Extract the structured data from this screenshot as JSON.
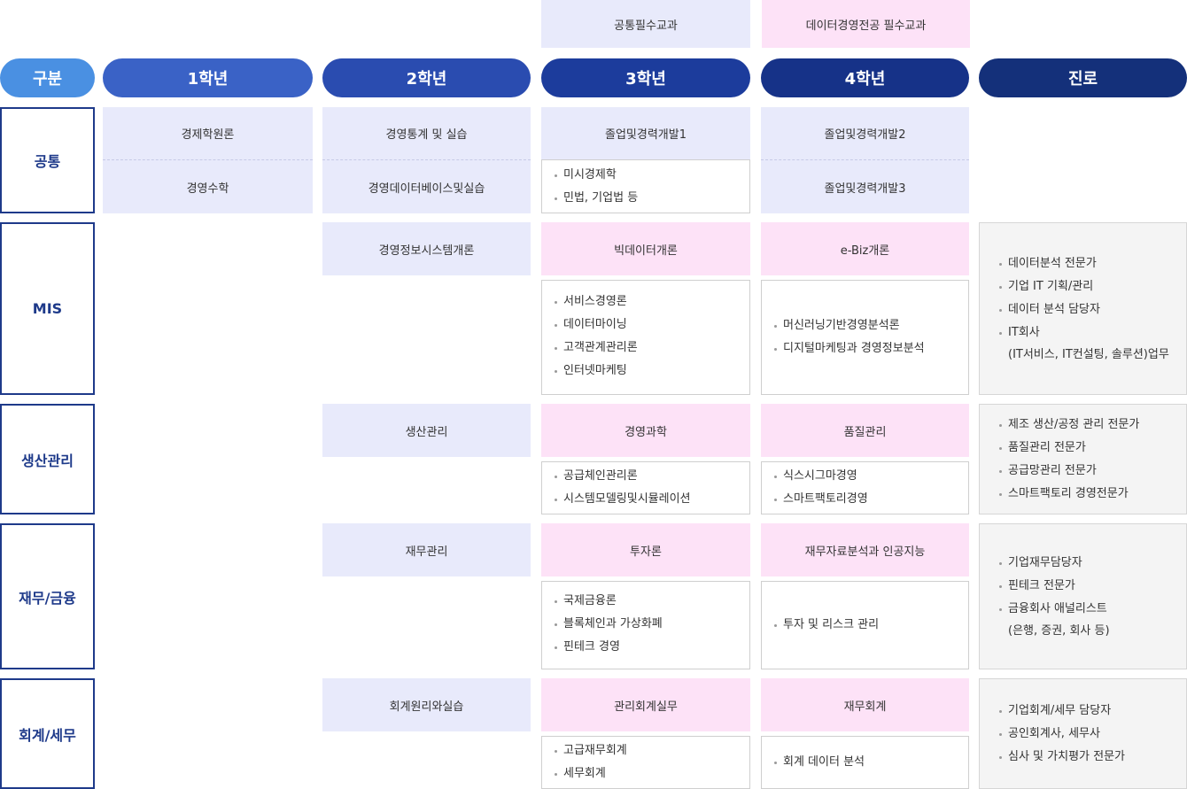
{
  "legend": {
    "common": "공통필수교과",
    "major": "데이터경영전공 필수교과"
  },
  "headers": [
    "구분",
    "1학년",
    "2학년",
    "3학년",
    "4학년",
    "진로"
  ],
  "header_colors": [
    "#4a90e2",
    "#3a62c6",
    "#2a4cb0",
    "#1c3c9c",
    "#163288",
    "#14307a"
  ],
  "rows": {
    "common": {
      "label": "공통",
      "y1": [
        "경제학원론",
        "경영수학"
      ],
      "y2": [
        "경영통계 및 실습",
        "경영데이터베이스및실습"
      ],
      "y3_main": "졸업및경력개발1",
      "y3_subs": [
        "미시경제학",
        "민법, 기업법 등"
      ],
      "y4": [
        "졸업및경력개발2",
        "졸업및경력개발3"
      ]
    },
    "mis": {
      "label": "MIS",
      "y2": "경영정보시스템개론",
      "y3_main": "빅데이터개론",
      "y3_subs": [
        "서비스경영론",
        "데이터마이닝",
        "고객관계관리론",
        "인터넷마케팅"
      ],
      "y4_main": "e-Biz개론",
      "y4_subs": [
        "머신러닝기반경영분석론",
        "디지털마케팅과 경영정보분석"
      ],
      "career": [
        "데이터분석 전문가",
        "기업 IT 기획/관리",
        "데이터 분석 담당자",
        "IT회사"
      ],
      "career_cont": "(IT서비스, IT컨설팅, 솔루션)업무"
    },
    "production": {
      "label": "생산관리",
      "y2": "생산관리",
      "y3_main": "경영과학",
      "y3_subs": [
        "공급체인관리론",
        "시스템모델링및시뮬레이션"
      ],
      "y4_main": "품질관리",
      "y4_subs": [
        "식스시그마경영",
        "스마트팩토리경영"
      ],
      "career": [
        "제조 생산/공정 관리 전문가",
        "품질관리 전문가",
        "공급망관리 전문가",
        "스마트팩토리 경영전문가"
      ]
    },
    "finance": {
      "label": "재무/금융",
      "y2": "재무관리",
      "y3_main": "투자론",
      "y3_subs": [
        "국제금융론",
        "블록체인과 가상화폐",
        "핀테크 경영"
      ],
      "y4_main": "재무자료분석과 인공지능",
      "y4_subs": [
        "투자 및 리스크 관리"
      ],
      "career": [
        "기업재무담당자",
        "핀테크 전문가",
        "금융회사 애널리스트"
      ],
      "career_cont": "(은행, 증권, 회사 등)"
    },
    "accounting": {
      "label": "회계/세무",
      "y2": "회계원리와실습",
      "y3_main": "관리회계실무",
      "y3_subs": [
        "고급재무회계",
        "세무회계"
      ],
      "y4_main": "재무회계",
      "y4_subs": [
        "회계 데이터 분석"
      ],
      "career": [
        "기업회계/세무 담당자",
        "공인회계사, 세무사",
        "심사 및 가치평가 전문가"
      ]
    }
  }
}
